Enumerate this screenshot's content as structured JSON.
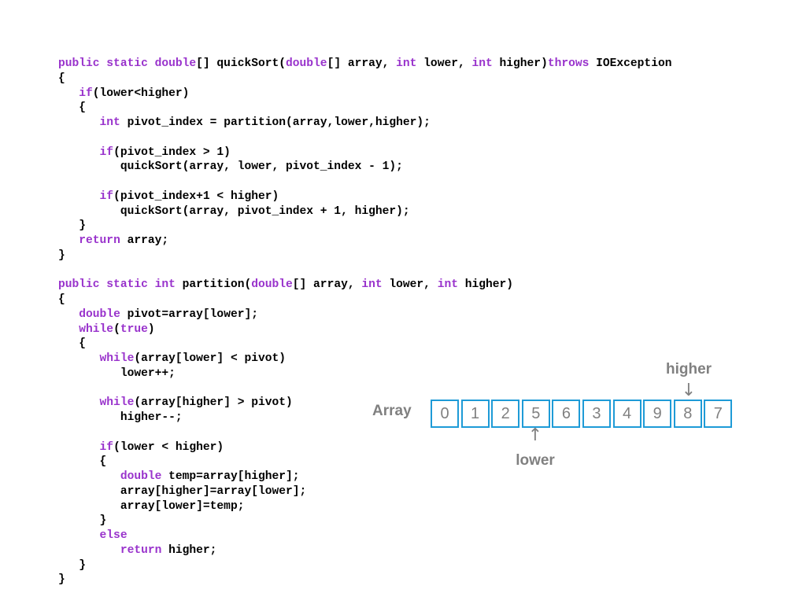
{
  "code_lines": [
    [
      {
        "t": "public static double",
        "k": true
      },
      {
        "t": "[] quickSort(",
        "k": false
      },
      {
        "t": "double",
        "k": true
      },
      {
        "t": "[] array, ",
        "k": false
      },
      {
        "t": "int",
        "k": true
      },
      {
        "t": " lower, ",
        "k": false
      },
      {
        "t": "int",
        "k": true
      },
      {
        "t": " higher)",
        "k": false
      },
      {
        "t": "throws",
        "k": true
      },
      {
        "t": " IOException",
        "k": false
      }
    ],
    [
      {
        "t": "{",
        "k": false
      }
    ],
    [
      {
        "t": "   ",
        "k": false
      },
      {
        "t": "if",
        "k": true
      },
      {
        "t": "(lower<higher)",
        "k": false
      }
    ],
    [
      {
        "t": "   {",
        "k": false
      }
    ],
    [
      {
        "t": "      ",
        "k": false
      },
      {
        "t": "int",
        "k": true
      },
      {
        "t": " pivot_index = partition(array,lower,higher);",
        "k": false
      }
    ],
    [],
    [
      {
        "t": "      ",
        "k": false
      },
      {
        "t": "if",
        "k": true
      },
      {
        "t": "(pivot_index > 1)",
        "k": false
      }
    ],
    [
      {
        "t": "         quickSort(array, lower, pivot_index - 1);",
        "k": false
      }
    ],
    [],
    [
      {
        "t": "      ",
        "k": false
      },
      {
        "t": "if",
        "k": true
      },
      {
        "t": "(pivot_index+1 < higher)",
        "k": false
      }
    ],
    [
      {
        "t": "         quickSort(array, pivot_index + 1, higher);",
        "k": false
      }
    ],
    [
      {
        "t": "   }",
        "k": false
      }
    ],
    [
      {
        "t": "   ",
        "k": false
      },
      {
        "t": "return",
        "k": true
      },
      {
        "t": " array;",
        "k": false
      }
    ],
    [
      {
        "t": "}",
        "k": false
      }
    ],
    [],
    [
      {
        "t": "public static int",
        "k": true
      },
      {
        "t": " partition(",
        "k": false
      },
      {
        "t": "double",
        "k": true
      },
      {
        "t": "[] array, ",
        "k": false
      },
      {
        "t": "int",
        "k": true
      },
      {
        "t": " lower, ",
        "k": false
      },
      {
        "t": "int",
        "k": true
      },
      {
        "t": " higher)",
        "k": false
      }
    ],
    [
      {
        "t": "{",
        "k": false
      }
    ],
    [
      {
        "t": "   ",
        "k": false
      },
      {
        "t": "double",
        "k": true
      },
      {
        "t": " pivot=array[lower];",
        "k": false
      }
    ],
    [
      {
        "t": "   ",
        "k": false
      },
      {
        "t": "while",
        "k": true
      },
      {
        "t": "(",
        "k": false
      },
      {
        "t": "true",
        "k": true
      },
      {
        "t": ")",
        "k": false
      }
    ],
    [
      {
        "t": "   {",
        "k": false
      }
    ],
    [
      {
        "t": "      ",
        "k": false
      },
      {
        "t": "while",
        "k": true
      },
      {
        "t": "(array[lower] < pivot)",
        "k": false
      }
    ],
    [
      {
        "t": "         lower++;",
        "k": false
      }
    ],
    [],
    [
      {
        "t": "      ",
        "k": false
      },
      {
        "t": "while",
        "k": true
      },
      {
        "t": "(array[higher] > pivot)",
        "k": false
      }
    ],
    [
      {
        "t": "         higher--;",
        "k": false
      }
    ],
    [],
    [
      {
        "t": "      ",
        "k": false
      },
      {
        "t": "if",
        "k": true
      },
      {
        "t": "(lower < higher)",
        "k": false
      }
    ],
    [
      {
        "t": "      {",
        "k": false
      }
    ],
    [
      {
        "t": "         ",
        "k": false
      },
      {
        "t": "double",
        "k": true
      },
      {
        "t": " temp=array[higher];",
        "k": false
      }
    ],
    [
      {
        "t": "         array[higher]=array[lower];",
        "k": false
      }
    ],
    [
      {
        "t": "         array[lower]=temp;",
        "k": false
      }
    ],
    [
      {
        "t": "      }",
        "k": false
      }
    ],
    [
      {
        "t": "      ",
        "k": false
      },
      {
        "t": "else",
        "k": true
      }
    ],
    [
      {
        "t": "         ",
        "k": false
      },
      {
        "t": "return",
        "k": true
      },
      {
        "t": " higher;",
        "k": false
      }
    ],
    [
      {
        "t": "   }",
        "k": false
      }
    ],
    [
      {
        "t": "}",
        "k": false
      }
    ]
  ],
  "diagram": {
    "array_label": "Array",
    "cells": [
      "0",
      "1",
      "2",
      "5",
      "6",
      "3",
      "4",
      "9",
      "8",
      "7"
    ],
    "higher_label": "higher",
    "higher_index": 8,
    "lower_label": "lower",
    "lower_index": 3,
    "arrow_down": "↓",
    "arrow_up": "↑"
  },
  "colors": {
    "keyword": "#9933cc",
    "cell_border": "#1e9bd7",
    "label": "#808080"
  }
}
